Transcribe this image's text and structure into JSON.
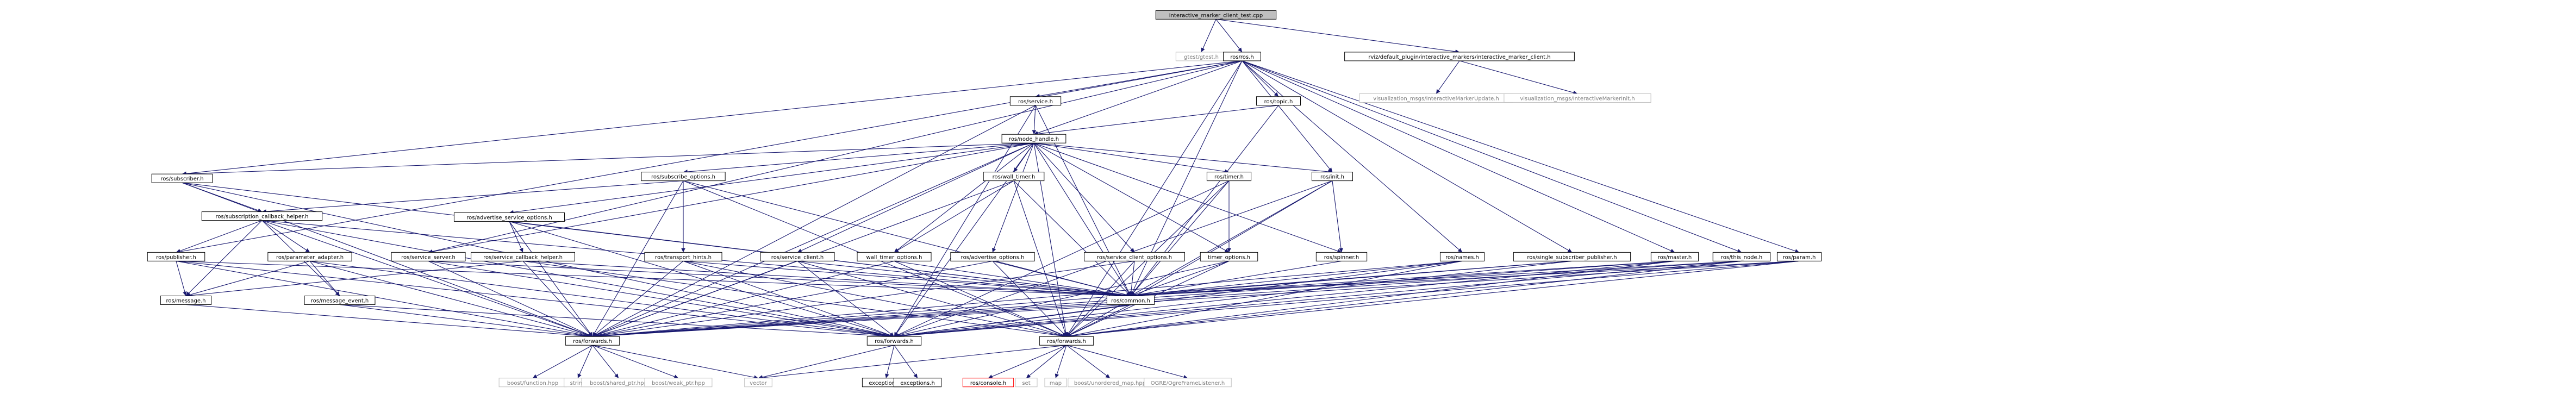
{
  "nodes": [
    {
      "id": "n0",
      "label": "interactive_marker_client_test.cpp",
      "kind": "root"
    },
    {
      "id": "n1",
      "label": "gtest/gtest.h",
      "kind": "external"
    },
    {
      "id": "n2",
      "label": "ros/ros.h",
      "kind": "internal"
    },
    {
      "id": "n3",
      "label": "rviz/default_plugin/interactive_markers/interactive_marker_client.h",
      "kind": "internal"
    },
    {
      "id": "n4",
      "label": "visualization_msgs/InteractiveMarkerUpdate.h",
      "kind": "external"
    },
    {
      "id": "n5",
      "label": "visualization_msgs/InteractiveMarkerInit.h",
      "kind": "external"
    },
    {
      "id": "n6",
      "label": "ros/service.h",
      "kind": "internal"
    },
    {
      "id": "n7",
      "label": "ros/topic.h",
      "kind": "internal"
    },
    {
      "id": "n8",
      "label": "ros/node_handle.h",
      "kind": "internal"
    },
    {
      "id": "n9",
      "label": "ros/subscriber.h",
      "kind": "internal"
    },
    {
      "id": "n10",
      "label": "ros/subscribe_options.h",
      "kind": "internal"
    },
    {
      "id": "n11",
      "label": "ros/subscription_callback_helper.h",
      "kind": "internal"
    },
    {
      "id": "n12",
      "label": "ros/advertise_service_options.h",
      "kind": "internal"
    },
    {
      "id": "n13",
      "label": "ros/wall_timer.h",
      "kind": "internal"
    },
    {
      "id": "n14",
      "label": "ros/timer.h",
      "kind": "internal"
    },
    {
      "id": "n15",
      "label": "ros/init.h",
      "kind": "internal"
    },
    {
      "id": "n16",
      "label": "ros/publisher.h",
      "kind": "internal"
    },
    {
      "id": "n17",
      "label": "ros/parameter_adapter.h",
      "kind": "internal"
    },
    {
      "id": "n18",
      "label": "ros/service_server.h",
      "kind": "internal"
    },
    {
      "id": "n19",
      "label": "ros/service_callback_helper.h",
      "kind": "internal"
    },
    {
      "id": "n20",
      "label": "ros/transport_hints.h",
      "kind": "internal"
    },
    {
      "id": "n21",
      "label": "ros/service_client.h",
      "kind": "internal"
    },
    {
      "id": "n22",
      "label": "wall_timer_options.h",
      "kind": "internal"
    },
    {
      "id": "n23",
      "label": "ros/advertise_options.h",
      "kind": "internal"
    },
    {
      "id": "n24",
      "label": "ros/service_client_options.h",
      "kind": "internal"
    },
    {
      "id": "n25",
      "label": "timer_options.h",
      "kind": "internal"
    },
    {
      "id": "n26",
      "label": "ros/spinner.h",
      "kind": "internal"
    },
    {
      "id": "n27",
      "label": "ros/names.h",
      "kind": "internal"
    },
    {
      "id": "n28",
      "label": "ros/single_subscriber_publisher.h",
      "kind": "internal"
    },
    {
      "id": "n29",
      "label": "ros/master.h",
      "kind": "internal"
    },
    {
      "id": "n30",
      "label": "ros/this_node.h",
      "kind": "internal"
    },
    {
      "id": "n31",
      "label": "ros/param.h",
      "kind": "internal"
    },
    {
      "id": "n32",
      "label": "ros/message.h",
      "kind": "internal"
    },
    {
      "id": "n33",
      "label": "ros/message_event.h",
      "kind": "internal"
    },
    {
      "id": "n34",
      "label": "ros/common.h",
      "kind": "internal"
    },
    {
      "id": "n35",
      "label": "ros/forwards.h",
      "kind": "internal"
    },
    {
      "id": "n36",
      "label": "ros/forwards.h",
      "kind": "internal"
    },
    {
      "id": "n37",
      "label": "ros/forwards.h",
      "kind": "internal"
    },
    {
      "id": "n38",
      "label": "boost/function.hpp",
      "kind": "external"
    },
    {
      "id": "n39",
      "label": "string",
      "kind": "external"
    },
    {
      "id": "n40",
      "label": "boost/shared_ptr.hpp",
      "kind": "external"
    },
    {
      "id": "n41",
      "label": "boost/weak_ptr.hpp",
      "kind": "external"
    },
    {
      "id": "n42",
      "label": "vector",
      "kind": "external"
    },
    {
      "id": "n43",
      "label": "exceptions.h",
      "kind": "internal"
    },
    {
      "id": "n44",
      "label": "exceptions.h",
      "kind": "internal"
    },
    {
      "id": "n45",
      "label": "ros/console.h",
      "kind": "missing"
    },
    {
      "id": "n46",
      "label": "set",
      "kind": "external"
    },
    {
      "id": "n47",
      "label": "map",
      "kind": "external"
    },
    {
      "id": "n48",
      "label": "boost/unordered_map.hpp",
      "kind": "external"
    },
    {
      "id": "n49",
      "label": "OGRE/OgreFrameListener.h",
      "kind": "external"
    }
  ],
  "edges": [
    [
      "n0",
      "n1"
    ],
    [
      "n0",
      "n2"
    ],
    [
      "n0",
      "n3"
    ],
    [
      "n3",
      "n4"
    ],
    [
      "n3",
      "n5"
    ],
    [
      "n2",
      "n6"
    ],
    [
      "n2",
      "n7"
    ],
    [
      "n2",
      "n8"
    ],
    [
      "n2",
      "n9"
    ],
    [
      "n2",
      "n15"
    ],
    [
      "n2",
      "n16"
    ],
    [
      "n2",
      "n18"
    ],
    [
      "n2",
      "n27"
    ],
    [
      "n2",
      "n28"
    ],
    [
      "n2",
      "n29"
    ],
    [
      "n2",
      "n30"
    ],
    [
      "n2",
      "n31"
    ],
    [
      "n2",
      "n34"
    ],
    [
      "n2",
      "n37"
    ],
    [
      "n6",
      "n8"
    ],
    [
      "n6",
      "n34"
    ],
    [
      "n6",
      "n35"
    ],
    [
      "n6",
      "n36"
    ],
    [
      "n7",
      "n8"
    ],
    [
      "n7",
      "n34"
    ],
    [
      "n8",
      "n9"
    ],
    [
      "n8",
      "n10"
    ],
    [
      "n8",
      "n12"
    ],
    [
      "n8",
      "n13"
    ],
    [
      "n8",
      "n14"
    ],
    [
      "n8",
      "n15"
    ],
    [
      "n8",
      "n18"
    ],
    [
      "n8",
      "n21"
    ],
    [
      "n8",
      "n22"
    ],
    [
      "n8",
      "n23"
    ],
    [
      "n8",
      "n24"
    ],
    [
      "n8",
      "n25"
    ],
    [
      "n8",
      "n26"
    ],
    [
      "n8",
      "n34"
    ],
    [
      "n8",
      "n35"
    ],
    [
      "n8",
      "n36"
    ],
    [
      "n8",
      "n37"
    ],
    [
      "n9",
      "n11"
    ],
    [
      "n9",
      "n34"
    ],
    [
      "n9",
      "n35"
    ],
    [
      "n9",
      "n36"
    ],
    [
      "n10",
      "n11"
    ],
    [
      "n10",
      "n20"
    ],
    [
      "n10",
      "n34"
    ],
    [
      "n10",
      "n35"
    ],
    [
      "n10",
      "n37"
    ],
    [
      "n11",
      "n16"
    ],
    [
      "n11",
      "n17"
    ],
    [
      "n11",
      "n32"
    ],
    [
      "n11",
      "n33"
    ],
    [
      "n11",
      "n34"
    ],
    [
      "n11",
      "n35"
    ],
    [
      "n11",
      "n36"
    ],
    [
      "n12",
      "n19"
    ],
    [
      "n12",
      "n34"
    ],
    [
      "n12",
      "n35"
    ],
    [
      "n12",
      "n36"
    ],
    [
      "n13",
      "n22"
    ],
    [
      "n13",
      "n34"
    ],
    [
      "n13",
      "n35"
    ],
    [
      "n13",
      "n37"
    ],
    [
      "n14",
      "n25"
    ],
    [
      "n14",
      "n34"
    ],
    [
      "n14",
      "n36"
    ],
    [
      "n14",
      "n37"
    ],
    [
      "n15",
      "n26"
    ],
    [
      "n15",
      "n34"
    ],
    [
      "n15",
      "n36"
    ],
    [
      "n15",
      "n37"
    ],
    [
      "n16",
      "n32"
    ],
    [
      "n16",
      "n34"
    ],
    [
      "n16",
      "n35"
    ],
    [
      "n16",
      "n36"
    ],
    [
      "n17",
      "n32"
    ],
    [
      "n17",
      "n33"
    ],
    [
      "n17",
      "n35"
    ],
    [
      "n17",
      "n36"
    ],
    [
      "n18",
      "n34"
    ],
    [
      "n18",
      "n35"
    ],
    [
      "n18",
      "n36"
    ],
    [
      "n19",
      "n32"
    ],
    [
      "n19",
      "n34"
    ],
    [
      "n19",
      "n35"
    ],
    [
      "n19",
      "n37"
    ],
    [
      "n20",
      "n34"
    ],
    [
      "n20",
      "n35"
    ],
    [
      "n20",
      "n36"
    ],
    [
      "n20",
      "n37"
    ],
    [
      "n21",
      "n34"
    ],
    [
      "n21",
      "n35"
    ],
    [
      "n21",
      "n36"
    ],
    [
      "n21",
      "n37"
    ],
    [
      "n22",
      "n34"
    ],
    [
      "n22",
      "n35"
    ],
    [
      "n22",
      "n37"
    ],
    [
      "n23",
      "n34"
    ],
    [
      "n23",
      "n35"
    ],
    [
      "n23",
      "n37"
    ],
    [
      "n24",
      "n34"
    ],
    [
      "n24",
      "n35"
    ],
    [
      "n24",
      "n37"
    ],
    [
      "n25",
      "n34"
    ],
    [
      "n25",
      "n36"
    ],
    [
      "n25",
      "n37"
    ],
    [
      "n26",
      "n34"
    ],
    [
      "n27",
      "n34"
    ],
    [
      "n27",
      "n35"
    ],
    [
      "n27",
      "n36"
    ],
    [
      "n27",
      "n37"
    ],
    [
      "n28",
      "n34"
    ],
    [
      "n28",
      "n35"
    ],
    [
      "n28",
      "n36"
    ],
    [
      "n29",
      "n34"
    ],
    [
      "n29",
      "n35"
    ],
    [
      "n29",
      "n36"
    ],
    [
      "n29",
      "n37"
    ],
    [
      "n30",
      "n34"
    ],
    [
      "n30",
      "n35"
    ],
    [
      "n30",
      "n36"
    ],
    [
      "n30",
      "n37"
    ],
    [
      "n31",
      "n34"
    ],
    [
      "n31",
      "n35"
    ],
    [
      "n31",
      "n36"
    ],
    [
      "n31",
      "n37"
    ],
    [
      "n32",
      "n35"
    ],
    [
      "n33",
      "n35"
    ],
    [
      "n33",
      "n36"
    ],
    [
      "n34",
      "n35"
    ],
    [
      "n34",
      "n36"
    ],
    [
      "n34",
      "n37"
    ],
    [
      "n35",
      "n38"
    ],
    [
      "n35",
      "n39"
    ],
    [
      "n35",
      "n40"
    ],
    [
      "n35",
      "n41"
    ],
    [
      "n35",
      "n42"
    ],
    [
      "n36",
      "n43"
    ],
    [
      "n36",
      "n44"
    ],
    [
      "n36",
      "n42"
    ],
    [
      "n37",
      "n45"
    ],
    [
      "n37",
      "n46"
    ],
    [
      "n37",
      "n47"
    ],
    [
      "n37",
      "n48"
    ],
    [
      "n37",
      "n49"
    ],
    [
      "n37",
      "n42"
    ]
  ]
}
